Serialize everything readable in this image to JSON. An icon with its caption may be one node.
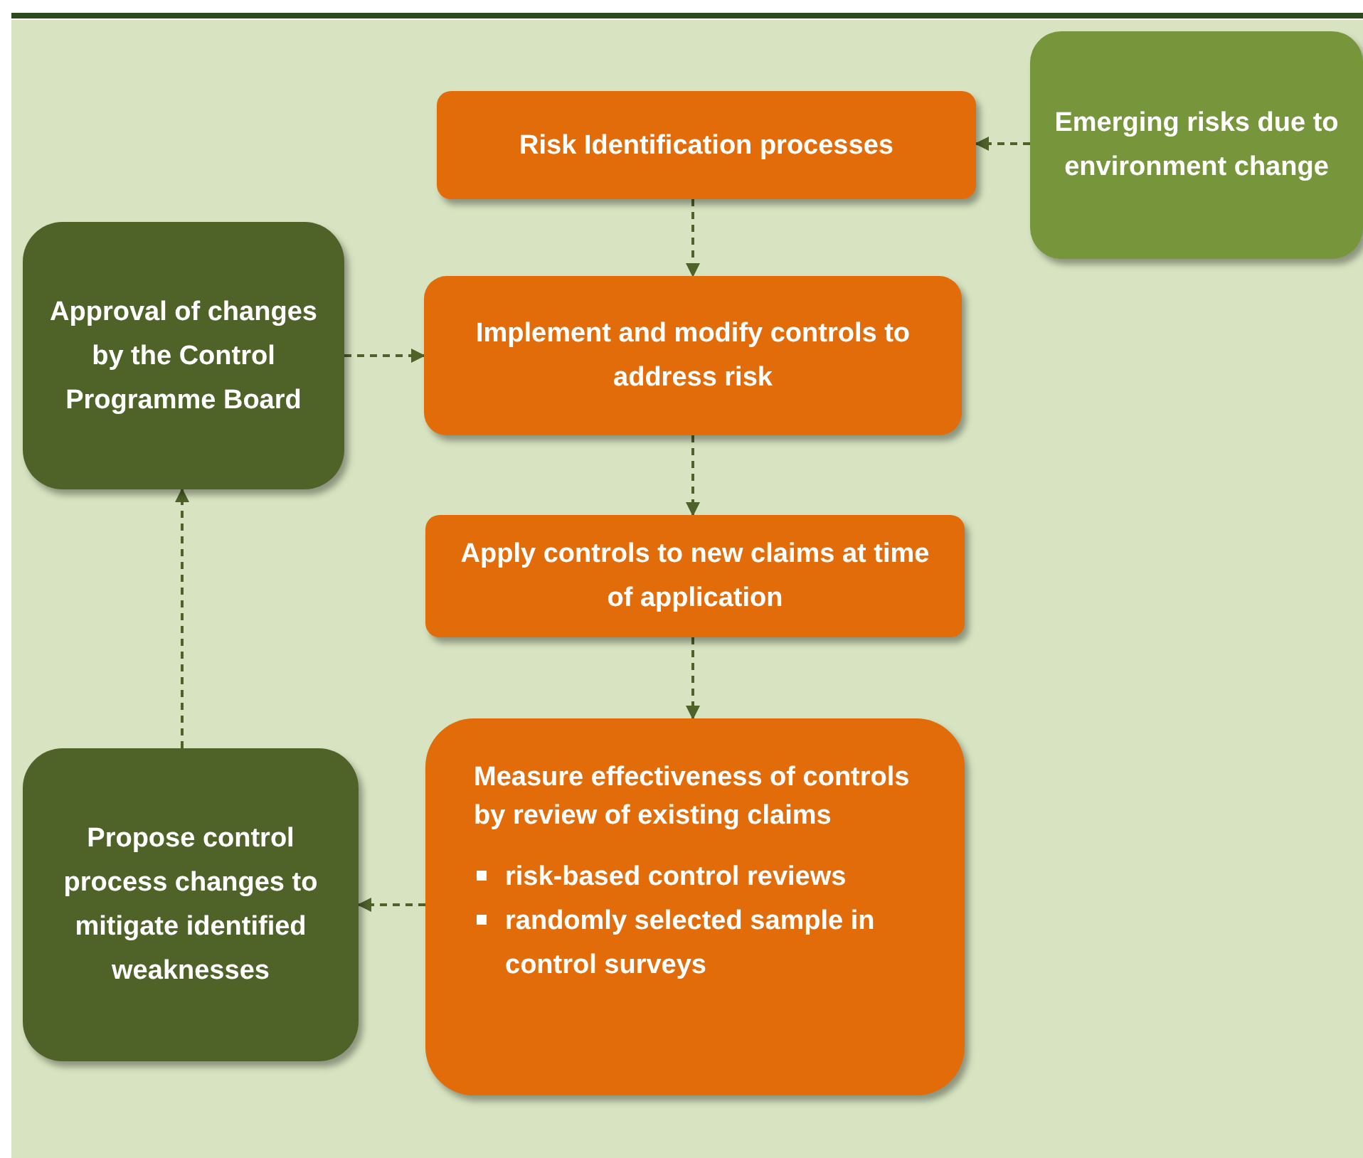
{
  "diagram": {
    "nodes": [
      {
        "text": [
          "Emerging risks due to environment change"
        ]
      },
      {
        "text": [
          "Risk Identification processes"
        ]
      },
      {
        "text": [
          "Implement and modify controls to address risk"
        ]
      },
      {
        "text": [
          "Apply controls to new claims at time of application"
        ]
      },
      {
        "text": [
          "Measure effectiveness of controls by review of existing claims",
          "risk-based control reviews",
          "randomly selected sample in control surveys"
        ]
      },
      {
        "text": [
          "Propose control process changes to mitigate identified weaknesses"
        ]
      },
      {
        "text": [
          "Approval of changes by the Control Programme Board"
        ]
      }
    ],
    "edges": [
      {
        "from": 0,
        "to": 1,
        "arrow": "to",
        "style": "dashed"
      },
      {
        "from": 1,
        "to": 2,
        "arrow": "to",
        "style": "dashed"
      },
      {
        "from": 2,
        "to": 3,
        "arrow": "to",
        "style": "dashed"
      },
      {
        "from": 3,
        "to": 4,
        "arrow": "to",
        "style": "dashed"
      },
      {
        "from": 4,
        "to": 5,
        "arrow": "to",
        "style": "dashed"
      },
      {
        "from": 5,
        "to": 6,
        "arrow": "to",
        "style": "dashed"
      },
      {
        "from": 6,
        "to": 2,
        "arrow": "to",
        "style": "dashed"
      }
    ]
  }
}
